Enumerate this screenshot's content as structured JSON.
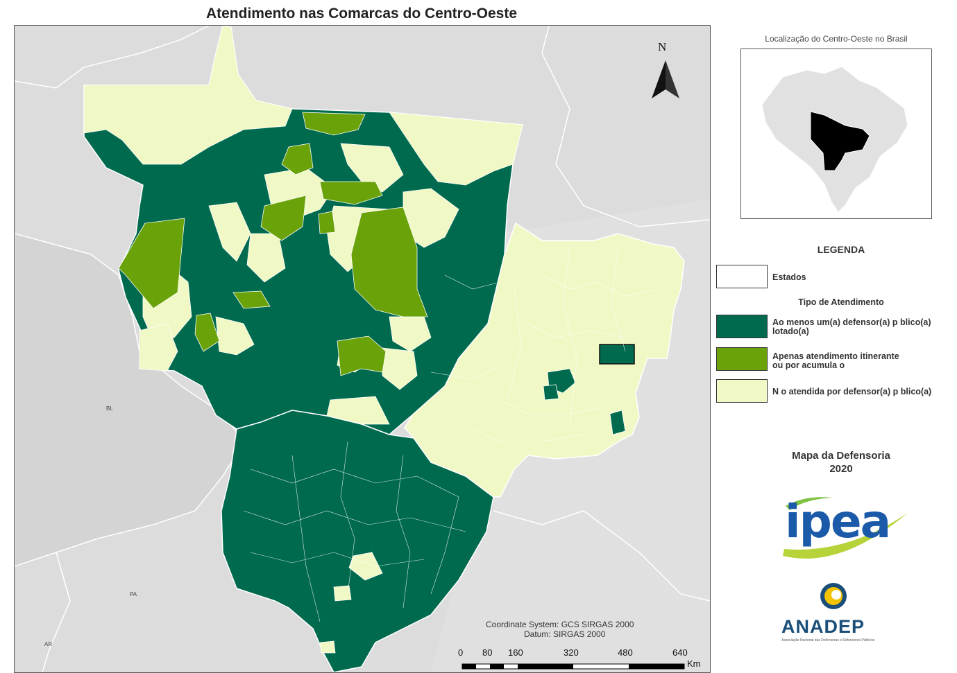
{
  "map": {
    "title": "Atendimento nas Comarcas do Centro-Oeste",
    "north_label": "N",
    "country_labels": [
      "BL",
      "PA",
      "AR"
    ],
    "coordinate_system": "Coordinate System: GCS SIRGAS 2000",
    "datum": "Datum: SIRGAS 2000",
    "scale": {
      "ticks": [
        "0",
        "80",
        "160",
        "320",
        "480",
        "640"
      ],
      "unit": "Km"
    },
    "colors": {
      "background": "#dcdcdc",
      "dark_green": "#006a4e",
      "mid_green": "#6aa20a",
      "light_green": "#f0f9c5",
      "state_border": "#ffffff"
    }
  },
  "inset": {
    "title": "Localização do Centro-Oeste no Brasil",
    "highlight_color": "#000000",
    "brazil_color": "#e1e1e1"
  },
  "legend": {
    "title": "LEGENDA",
    "states_label": "Estados",
    "subtitle": "Tipo de Atendimento",
    "items": [
      {
        "line1": "Ao menos um(a) defensor(a) p  blico(a)",
        "line2": "lotado(a)",
        "color": "#006a4e"
      },
      {
        "line1": "Apenas atendimento itinerante",
        "line2": "ou por acumula    o",
        "color": "#6aa20a"
      },
      {
        "line1": "N  o atendida por defensor(a) p  blico(a)",
        "line2": "",
        "color": "#f0f9c5"
      }
    ]
  },
  "credits": {
    "line1": "Mapa da Defensoria",
    "line2": "2020",
    "ipea_logo_text": "ipea",
    "anadep_logo_text": "ANADEP",
    "anadep_tagline": "Associação Nacional das Defensoras e Defensores Públicos"
  }
}
